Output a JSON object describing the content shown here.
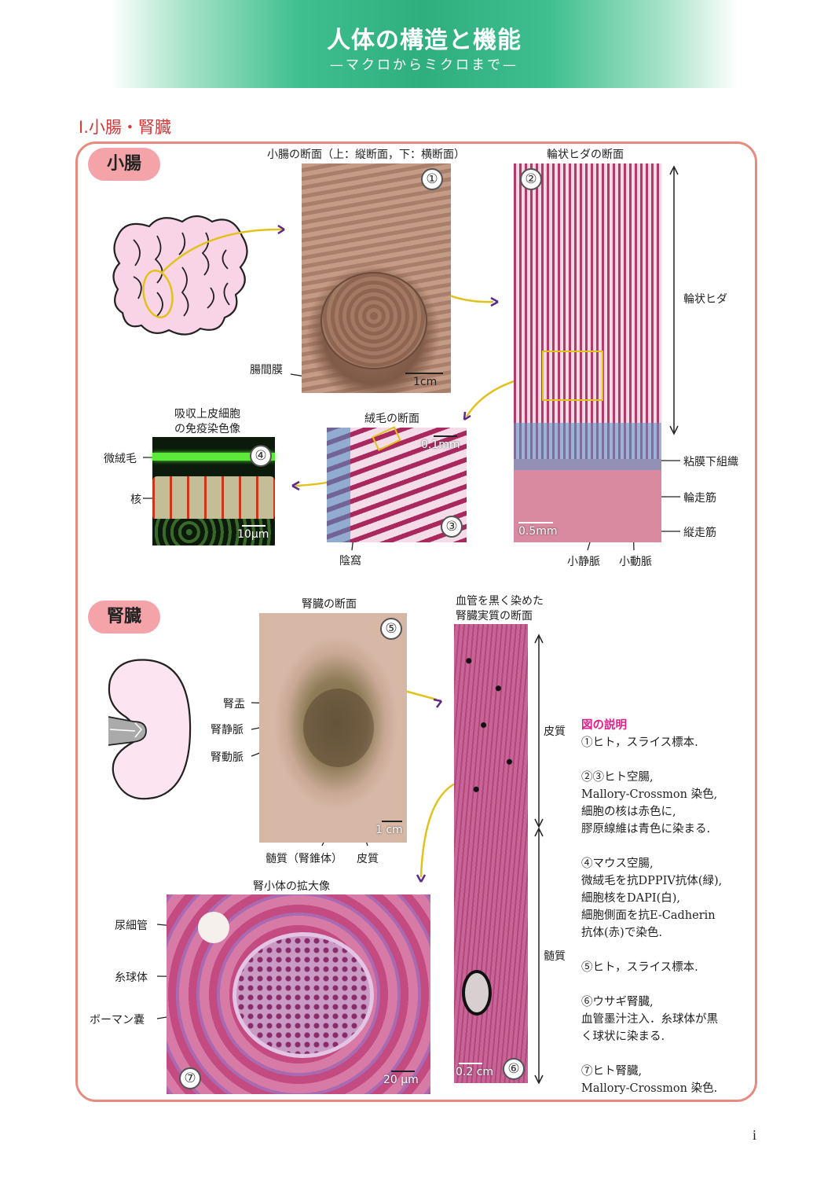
{
  "header": {
    "title": "人体の構造と機能",
    "subtitle": "—マクロからミクロまで—"
  },
  "section_heading": "Ⅰ.小腸・腎臓",
  "small_intestine": {
    "label": "小腸",
    "fig1": {
      "caption": "小腸の断面（上：縦断面，下：横断面）",
      "number": "①",
      "scale": "1cm",
      "label_mesentery": "腸間膜"
    },
    "fig2": {
      "caption": "輪状ヒダの断面",
      "number": "②",
      "scale": "0.5mm",
      "labels": {
        "circular_fold": "輪状ヒダ",
        "submucosa": "粘膜下組織",
        "circular_muscle": "輪走筋",
        "longitudinal_muscle": "縦走筋",
        "venule": "小静脈",
        "arteriole": "小動脈"
      }
    },
    "fig3": {
      "caption": "絨毛の断面",
      "number": "③",
      "scale": "0.1mm",
      "label_crypt": "陰窩"
    },
    "fig4": {
      "caption_line1": "吸収上皮細胞",
      "caption_line2": "の免疫染色像",
      "number": "④",
      "scale": "10µm",
      "labels": {
        "microvilli": "微絨毛",
        "nucleus": "核"
      }
    }
  },
  "kidney": {
    "label": "腎臓",
    "fig5": {
      "caption": "腎臓の断面",
      "number": "⑤",
      "scale": "1 cm",
      "labels": {
        "pelvis": "腎盂",
        "vein": "腎静脈",
        "artery": "腎動脈",
        "medulla": "髄質（腎錐体）",
        "cortex": "皮質"
      }
    },
    "fig6": {
      "caption_line1": "血管を黒く染めた",
      "caption_line2": "腎臓実質の断面",
      "number": "⑥",
      "scale": "0.2 cm",
      "labels": {
        "cortex": "皮質",
        "medulla": "髄質"
      }
    },
    "fig7": {
      "caption": "腎小体の拡大像",
      "number": "⑦",
      "scale": "20 µm",
      "labels": {
        "tubule": "尿細管",
        "glomerulus": "糸球体",
        "bowman": "ボーマン嚢"
      }
    }
  },
  "description": {
    "title": "図の説明",
    "lines": [
      "①ヒト，スライス標本.",
      "",
      "②③ヒト空腸,",
      "Mallory-Crossmon 染色,",
      "細胞の核は赤色に,",
      "膠原線維は青色に染まる.",
      "",
      "④マウス空腸,",
      "微絨毛を抗DPPIV抗体(緑),",
      "細胞核をDAPI(白),",
      "細胞側面を抗E-Cadherin",
      "抗体(赤)で染色.",
      "",
      "⑤ヒト，スライス標本.",
      "",
      "⑥ウサギ腎臓,",
      "血管墨汁注入．糸球体が黒",
      "く球状に染まる.",
      "",
      "⑦ヒト腎臓,",
      "Mallory-Crossmon 染色."
    ]
  },
  "page_number": "i",
  "colors": {
    "accent_green": "#2fae7e",
    "heading_red": "#d23a3a",
    "frame_pink": "#e88a7e",
    "pill_pink": "#f4a4a8",
    "desc_magenta": "#e0208a",
    "arrow_purple": "#5a2a8a",
    "highlight_yellow": "#e8d020"
  }
}
